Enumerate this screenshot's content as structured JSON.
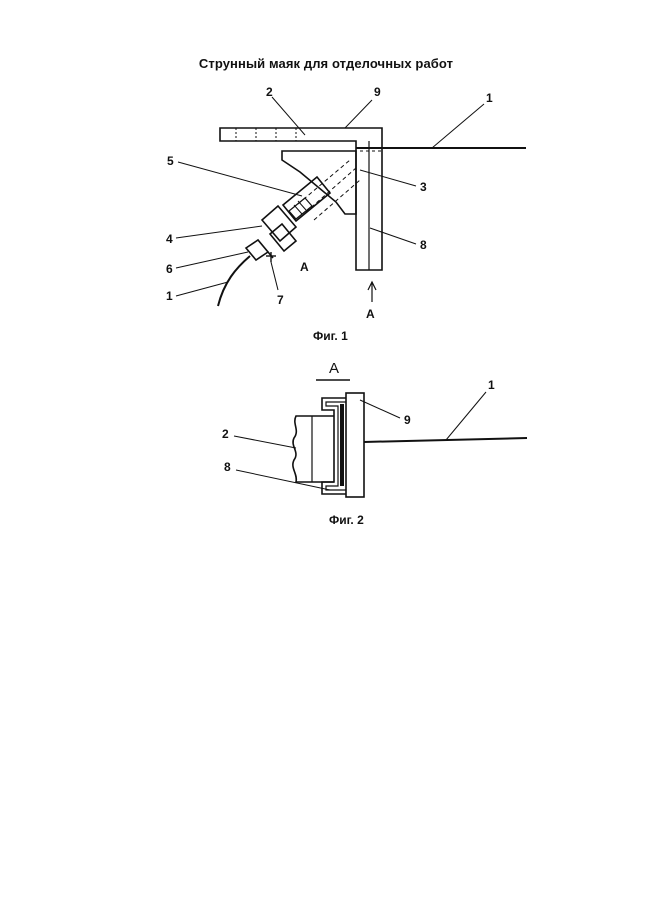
{
  "title": "Струнный маяк для отделочных работ",
  "fig1": {
    "caption": "Фиг. 1",
    "labels": {
      "l1_top": "1",
      "l2": "2",
      "l9": "9",
      "l5": "5",
      "l3": "3",
      "l4": "4",
      "l8": "8",
      "l6": "6",
      "l1_bottom": "1",
      "l7": "7",
      "viewA": "A",
      "arrowA": "A"
    }
  },
  "fig2": {
    "caption": "Фиг. 2",
    "section": "A",
    "labels": {
      "l1": "1",
      "l9": "9",
      "l2": "2",
      "l8": "8"
    }
  }
}
